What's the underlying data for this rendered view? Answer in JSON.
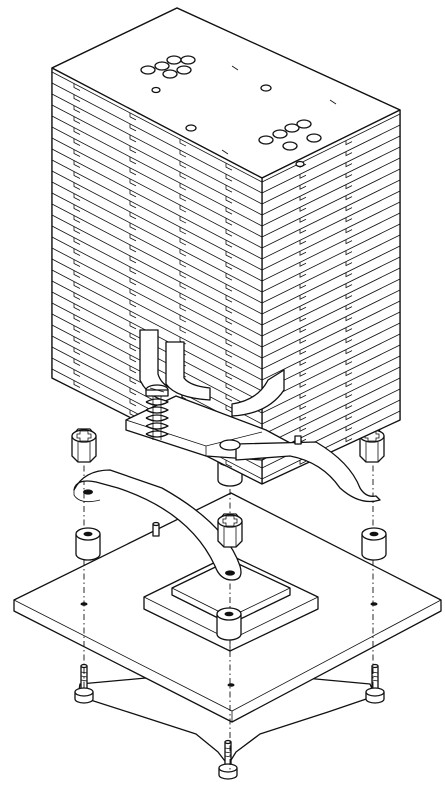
{
  "figure": {
    "kind": "exploded-assembly-line-drawing",
    "subject": "cpu-tower-cooler-mounting",
    "stroke_color": "#111111",
    "background_color": "#ffffff",
    "fin_count": 28,
    "nut_count": 4,
    "spacer_count": 4,
    "standoff_count": 4
  }
}
